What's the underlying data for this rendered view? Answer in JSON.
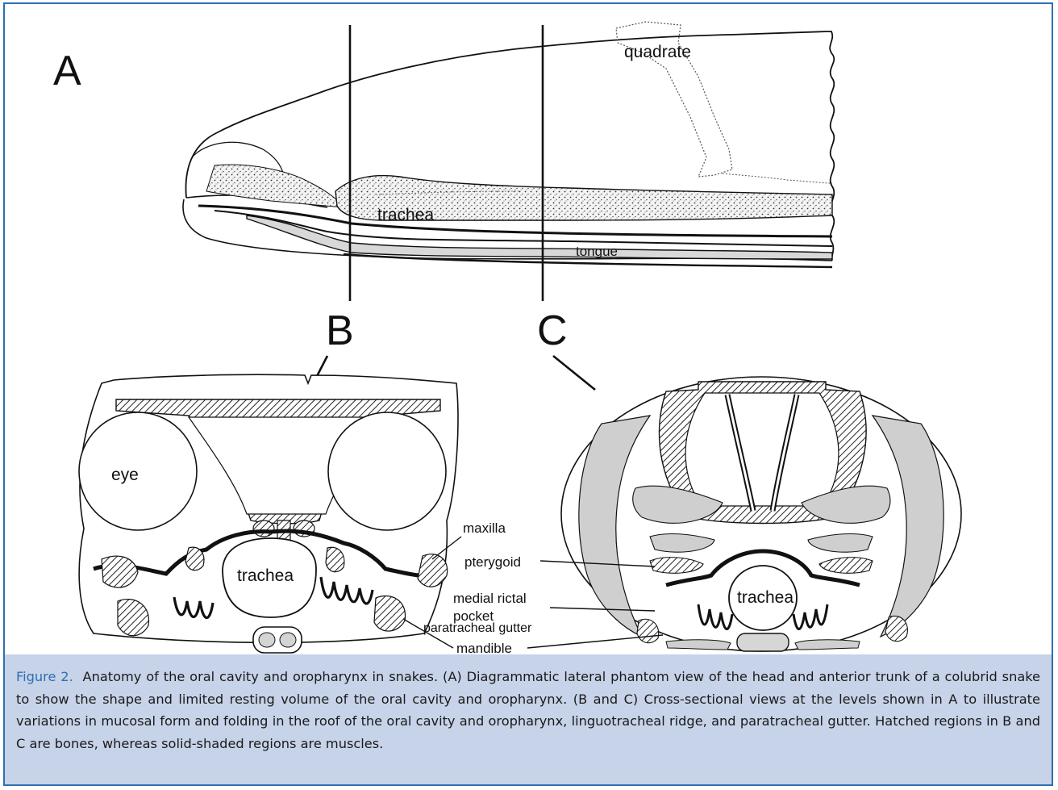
{
  "figure": {
    "panels": {
      "a": "A",
      "b": "B",
      "c": "C"
    },
    "labels_a": {
      "quadrate": "quadrate",
      "trachea": "trachea",
      "tongue": "tongue"
    },
    "labels_b": {
      "eye": "eye",
      "trachea": "trachea"
    },
    "labels_c": {
      "trachea": "trachea"
    },
    "callouts": {
      "maxilla": "maxilla",
      "pterygoid": "pterygoid",
      "medial_rictal_1": "medial rictal",
      "medial_rictal_2": "pocket",
      "mandible": "mandible",
      "paratracheal_gutter": "paratracheal gutter"
    },
    "colors": {
      "frame": "#2f6fb0",
      "caption_bg": "#c6d3e8",
      "muscle": "#cfcfcf",
      "line": "#111111"
    }
  },
  "caption": {
    "label": "Figure 2.",
    "text": "Anatomy of the oral cavity and oropharynx in snakes. (A) Diagrammatic lateral phantom view of the head and anterior trunk of a colubrid snake to show the shape and limited resting volume of the oral cavity and oropharynx. (B and C) Cross-sectional views at the levels shown in A to illustrate variations in mucosal form and folding in the roof of the oral cavity and oropharynx, linguotracheal ridge, and paratracheal gutter. Hatched regions in B and C are bones, whereas solid-shaded regions are muscles."
  }
}
